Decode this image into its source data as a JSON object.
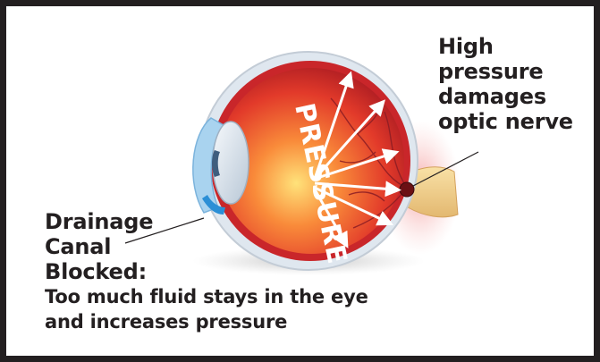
{
  "diagram": {
    "center_word": "PRESSURE",
    "right_label": {
      "lines": [
        "High",
        "pressure",
        "damages",
        "optic nerve"
      ]
    },
    "left_label": {
      "title_lines": [
        "Drainage",
        "Canal",
        "Blocked:"
      ],
      "desc_lines": [
        "Too much fluid stays in the eye",
        "and increases pressure"
      ]
    },
    "colors": {
      "frame": "#231f20",
      "text": "#231f20",
      "eye_interior": "#e23a2a",
      "sclera": "#dfe7ef",
      "glow": "#ffe27a",
      "arrow": "#ffffff"
    }
  }
}
